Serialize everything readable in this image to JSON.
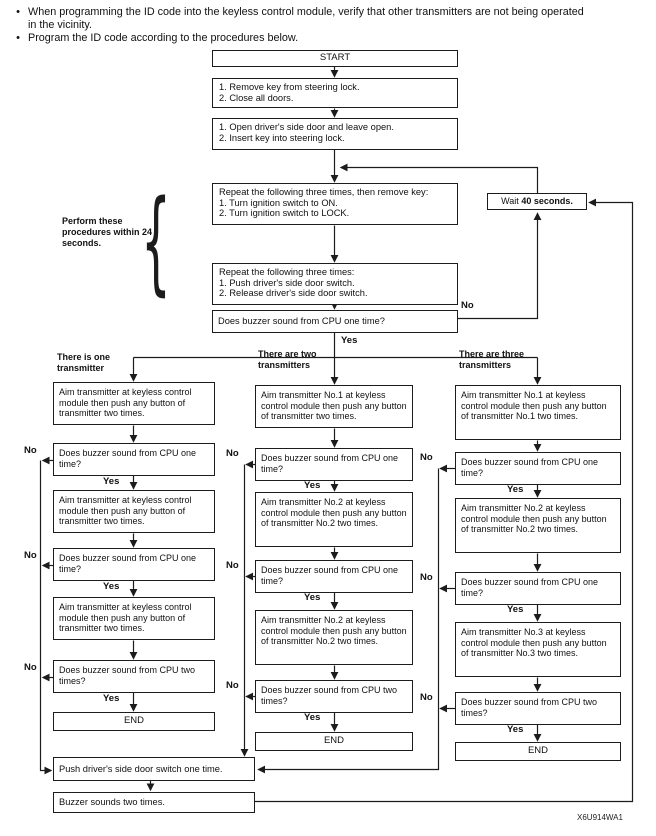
{
  "notes": [
    "When programming the ID code into the keyless control module, verify that other transmitters are not being operated in the vicinity.",
    "Program the ID code according to the procedures below."
  ],
  "labels": {
    "yes": "Yes",
    "no": "No",
    "bullet": "•",
    "brace_note": "Perform these procedures within 24 seconds."
  },
  "main": {
    "start": "START",
    "step_remove_key": "1. Remove key from steering lock.\n2. Close all doors.",
    "step_open_door": "1. Open driver's side door and leave open.\n2. Insert key into steering lock.",
    "step_ignition": "Repeat the following three times, then remove key:\n1. Turn ignition switch to ON.\n2. Turn ignition switch to LOCK.",
    "step_door_switch": "Repeat the following three times:\n1. Push driver's side door switch.\n2. Release driver's side door switch.",
    "q_buzzer_one": "Does buzzer sound from CPU one time?",
    "wait_prefix": "Wait ",
    "wait_bold": "40 seconds."
  },
  "columns": [
    {
      "header": "There is one transmitter",
      "steps": {
        "aim": "Aim transmitter at keyless control module then push any button of transmitter two times.",
        "q_one": "Does buzzer sound from CPU one time?",
        "q_two": "Does buzzer sound from CPU two times?",
        "end": "END"
      }
    },
    {
      "header": "There are two transmitters",
      "steps": {
        "aim1": "Aim transmitter No.1 at keyless control module then push any button of transmitter two times.",
        "aim2": "Aim transmitter No.2 at keyless control module then push any button of transmitter No.2 two times.",
        "aim3": "Aim transmitter No.2 at keyless control module then push any button of transmitter No.2 two times.",
        "q_one": "Does buzzer sound from CPU one time?",
        "q_two": "Does buzzer sound from CPU two times?",
        "end": "END"
      }
    },
    {
      "header": "There are three transmitters",
      "steps": {
        "aim1": "Aim transmitter No.1 at keyless control module then push any button of transmitter No.1 two times.",
        "aim2": "Aim transmitter No.2 at keyless control module then push any button of transmitter No.2 two times.",
        "aim3": "Aim transmitter No.3 at keyless control module then push any button of transmitter No.3 two times.",
        "q_one": "Does buzzer sound from CPU one time?",
        "q_two": "Does buzzer sound from CPU two times?",
        "end": "END"
      }
    }
  ],
  "bottom": {
    "push_switch": "Push driver's side door switch one time.",
    "buzzer_sounds": "Buzzer sounds two times."
  },
  "figure_code": "X6U914WA1",
  "colors": {
    "ink": "#1c1c1c",
    "paper": "#ffffff"
  }
}
